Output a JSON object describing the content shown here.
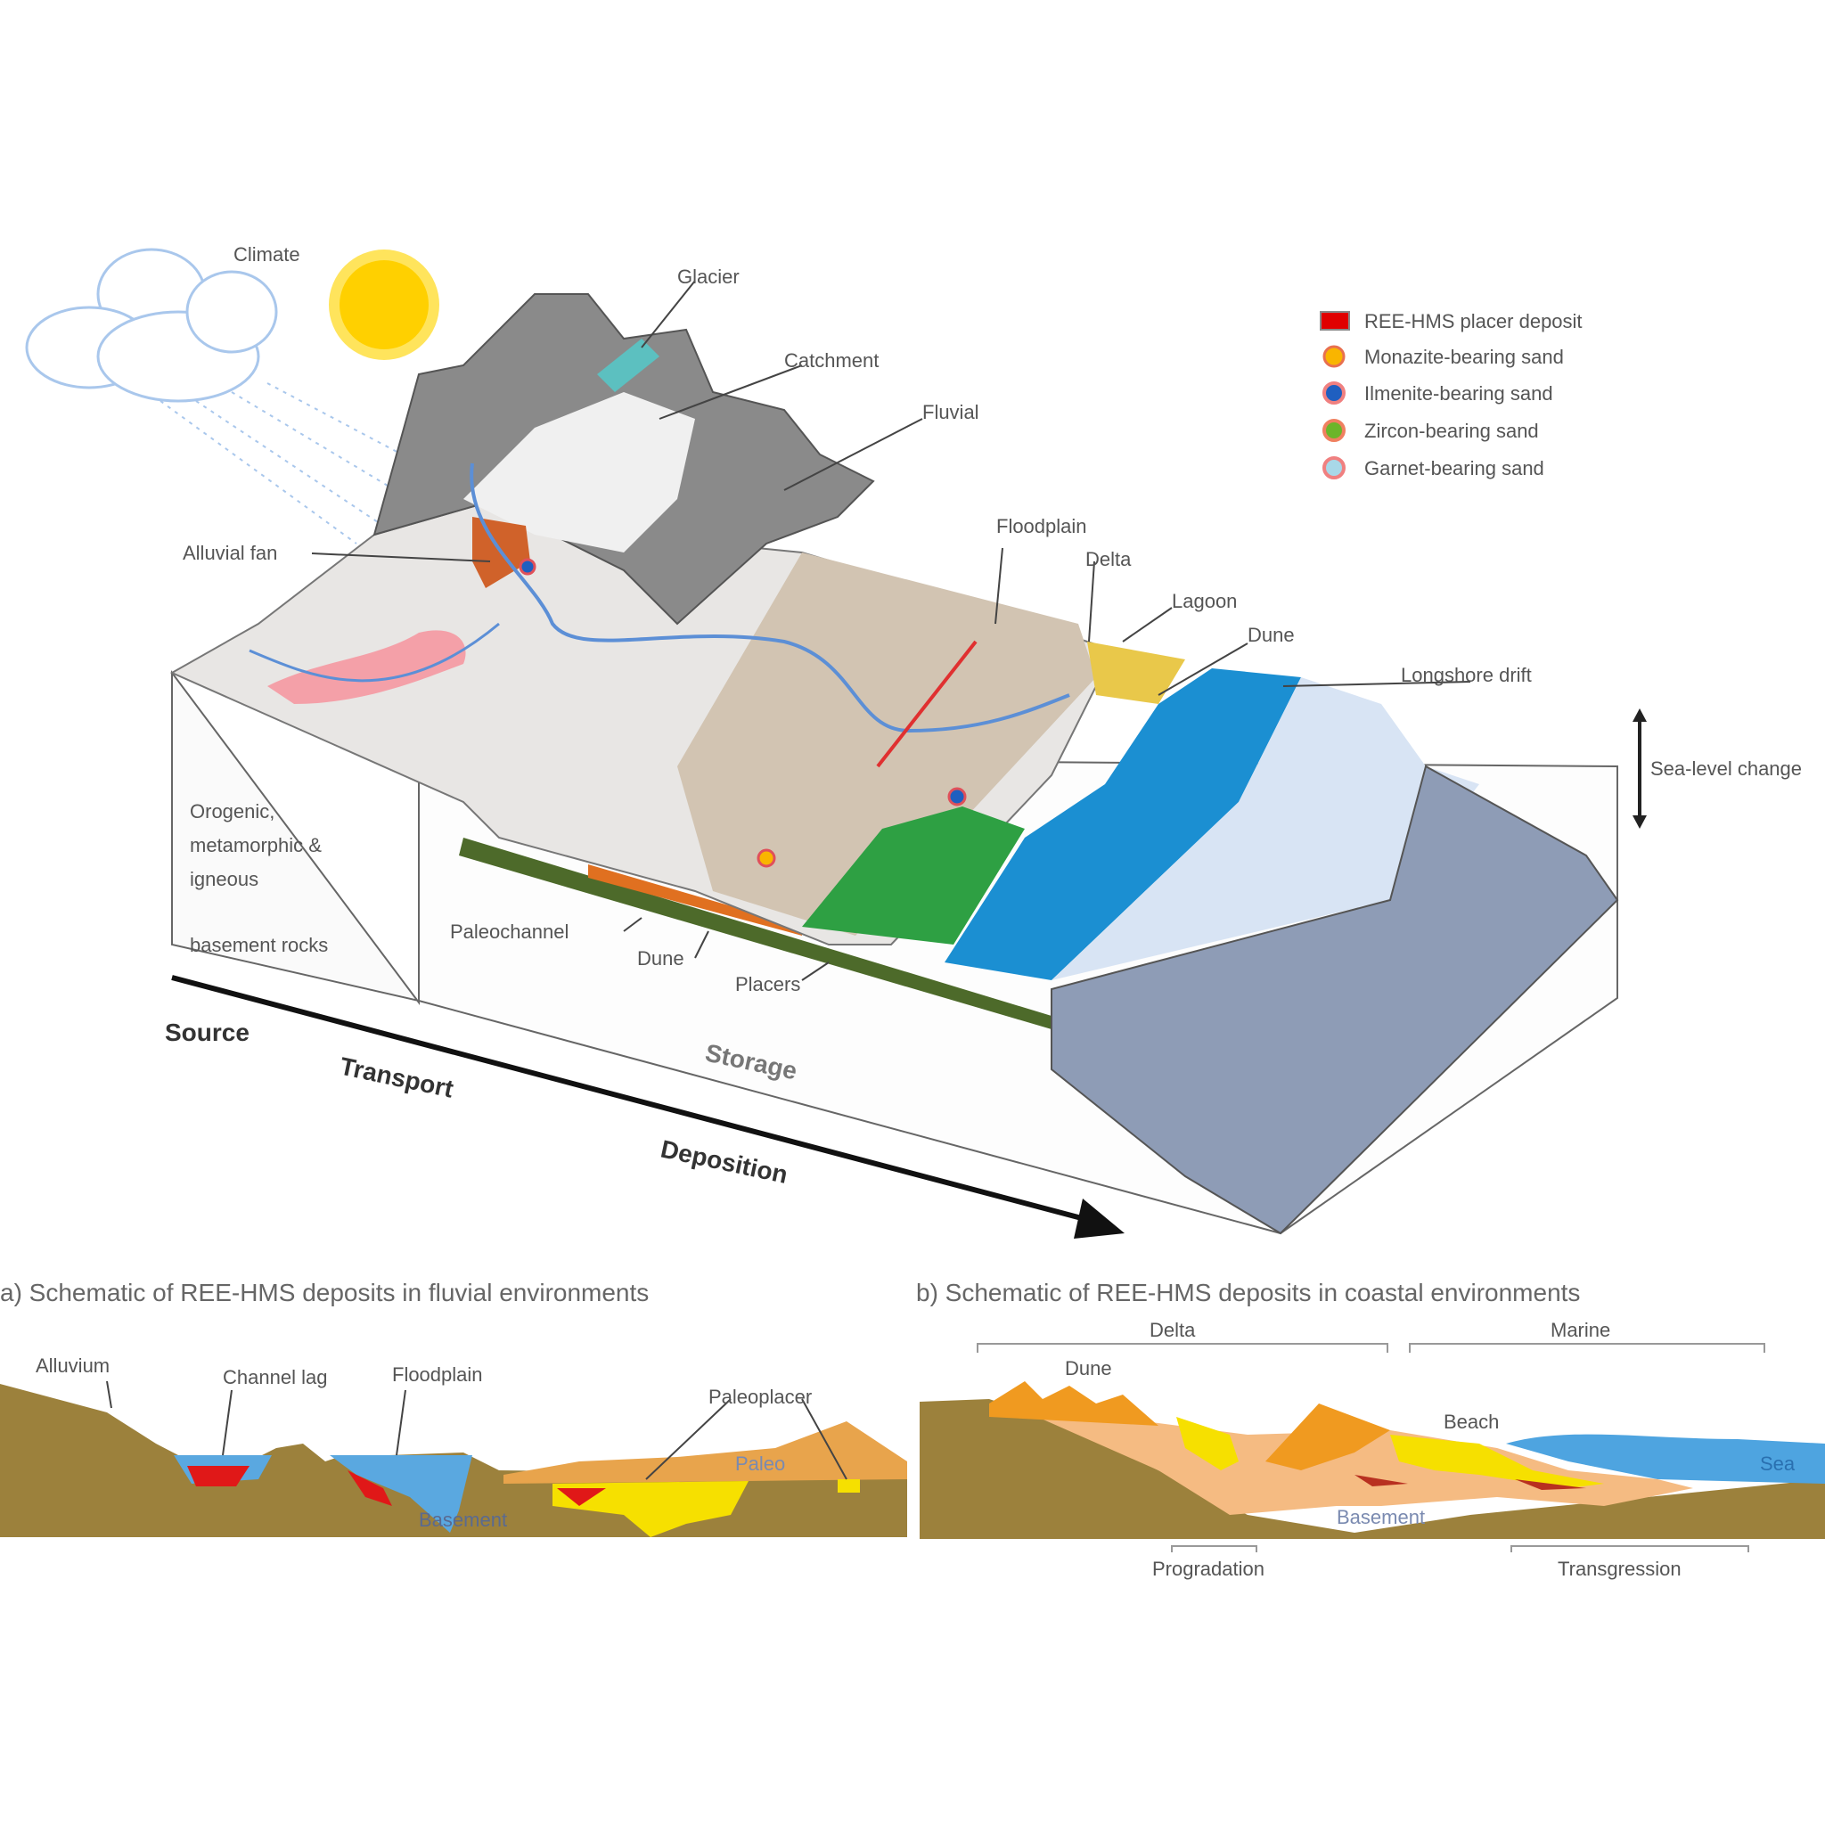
{
  "labels": {
    "climate": "Climate",
    "glacier": "Glacier",
    "catchment": "Catchment",
    "fluvial": "Fluvial",
    "alluvial_fan": "Alluvial fan",
    "floodplain": "Floodplain",
    "delta": "Delta",
    "lagoon": "Lagoon",
    "dune": "Dune",
    "longshore_drift": "Longshore drift",
    "sea_level": "Sea-level change",
    "source_rocks": [
      "Orogenic,",
      "metamorphic &",
      "igneous",
      "basement rocks"
    ],
    "paleochannel": "Paleochannel",
    "dune2": "Dune",
    "placers": "Placers",
    "source": "Source",
    "transport": "Transport",
    "storage": "Storage",
    "deposition": "Deposition"
  },
  "legend": [
    {
      "label": "REE-HMS placer deposit",
      "color": "#e00000"
    },
    {
      "label": "Monazite-bearing sand",
      "color": "#f9b500"
    },
    {
      "label": "Ilmenite-bearing sand",
      "color": "#1f5fc0"
    },
    {
      "label": "Zircon-bearing sand",
      "color": "#6cb52a"
    },
    {
      "label": "Garnet-bearing sand",
      "color": "#a8d8e8"
    }
  ],
  "panel_a": {
    "title": "a) Schematic of REE-HMS deposits in fluvial environments",
    "labels": {
      "alluvium": "Alluvium",
      "channel_lag": "Channel lag",
      "floodplain": "Floodplain",
      "paleoplacer": "Paleoplacer",
      "paleo": "Paleo",
      "basement": "Basement"
    }
  },
  "panel_b": {
    "title": "b) Schematic of REE-HMS deposits in coastal environments",
    "labels": {
      "delta": "Delta",
      "marine": "Marine",
      "dune": "Dune",
      "beach": "Beach",
      "sea": "Sea",
      "basement": "Basement",
      "progradation": "Progradation",
      "transgression": "Transgression"
    }
  }
}
